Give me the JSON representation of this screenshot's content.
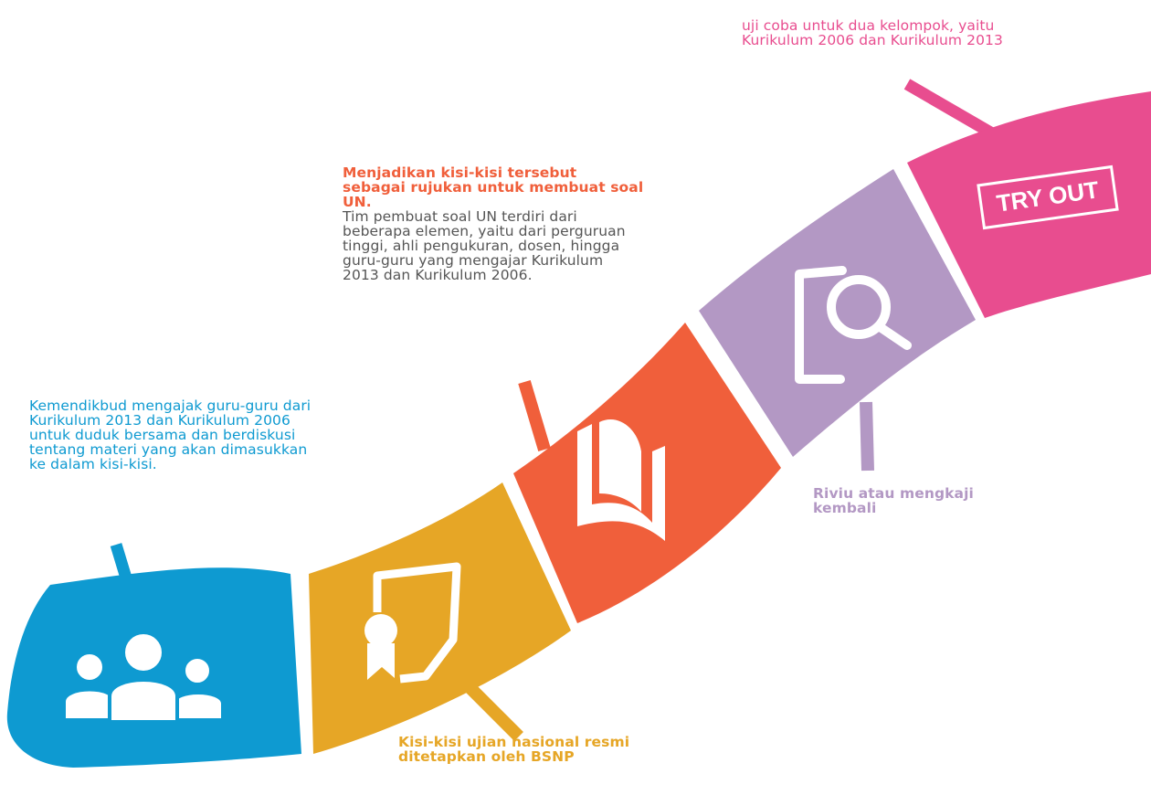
{
  "colors": {
    "blue": "#0e9ad1",
    "yellow": "#e6a626",
    "orange": "#f05f3b",
    "purple": "#b398c4",
    "pink": "#e84d8f"
  },
  "steps": [
    {
      "id": "discussion",
      "icon": "people-group-icon",
      "color": "#0e9ad1",
      "text": "Kemendikbud mengajak guru-guru dari Kurikulum 2013 dan Kurikulum 2006 untuk duduk bersama dan berdiskusi tentang materi yang akan dimasukkan ke dalam kisi-kisi."
    },
    {
      "id": "bsnp",
      "icon": "certificate-document-icon",
      "color": "#e6a626",
      "text": "Kisi-kisi ujian nasional resmi ditetapkan oleh BSNP"
    },
    {
      "id": "reference",
      "icon": "open-book-icon",
      "color": "#f05f3b",
      "title": "Menjadikan kisi-kisi tersebut sebagai rujukan untuk membuat soal UN.",
      "text": "Tim pembuat soal UN terdiri dari beberapa elemen, yaitu dari perguruan tinggi, ahli pengukuran, dosen, hingga guru-guru yang mengajar Kurikulum 2013 dan Kurikulum 2006."
    },
    {
      "id": "review",
      "icon": "document-magnifier-icon",
      "color": "#b398c4",
      "text": "Riviu atau mengkaji kembali"
    },
    {
      "id": "tryout",
      "icon": "try-out-badge",
      "color": "#e84d8f",
      "badge": "TRY OUT",
      "text": "uji coba untuk dua kelompok, yaitu Kurikulum 2006 dan Kurikulum 2013"
    }
  ]
}
